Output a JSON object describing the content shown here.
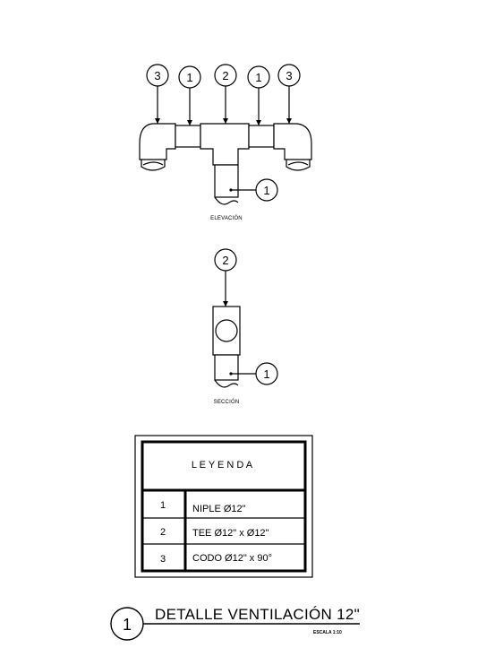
{
  "elevation": {
    "caption": "ELEVACIÓN",
    "callouts": [
      "3",
      "1",
      "2",
      "1",
      "3",
      "1"
    ]
  },
  "section": {
    "caption": "SECCIÓN",
    "callouts": [
      "2",
      "1"
    ]
  },
  "legend": {
    "title": "L E Y E N D A",
    "rows": [
      {
        "num": "1",
        "desc": "NIPLE Ø12\""
      },
      {
        "num": "2",
        "desc": "TEE Ø12\"  x  Ø12\""
      },
      {
        "num": "3",
        "desc": "CODO Ø12\" x 90°"
      }
    ]
  },
  "title_block": {
    "number": "1",
    "title": "DETALLE  VENTILACIÓN 12\"",
    "scale": "ESCALA   1:10"
  }
}
